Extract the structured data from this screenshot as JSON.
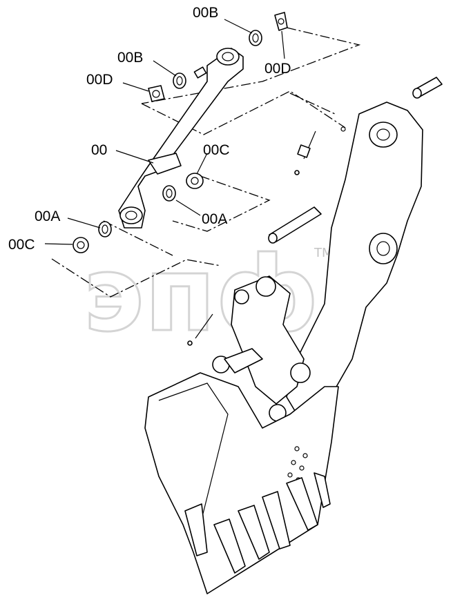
{
  "callouts": {
    "part_00": "00",
    "part_00A_upper": "00A",
    "part_00A_lower": "00A",
    "part_00B_upper": "00B",
    "part_00B_lower": "00B",
    "part_00C_upper": "00C",
    "part_00C_lower": "00C",
    "part_00D_left": "00D",
    "part_00D_right": "00D"
  },
  "watermark": {
    "text": "эпф",
    "trademark": "TM"
  },
  "icons": [
    "link-rod",
    "bushing",
    "shim-plate",
    "spacer-ring",
    "pin",
    "bolt",
    "nut",
    "bucket",
    "bucket-tooth",
    "arm-end"
  ]
}
